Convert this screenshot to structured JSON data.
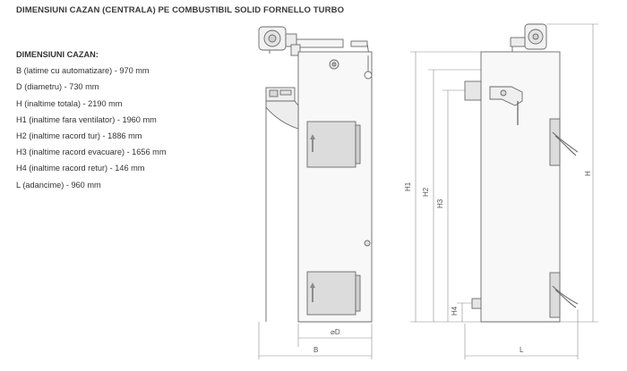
{
  "title": "DIMENSIUNI CAZAN (CENTRALA) PE COMBUSTIBIL SOLID FORNELLO TURBO",
  "specs": {
    "heading": "DIMENSIUNI CAZAN:",
    "lines": [
      "B (latime cu automatizare) - 970 mm",
      "D (diametru) - 730 mm",
      "H (inaltime totala) - 2190 mm",
      "H1 (inaltime fara ventilator) - 1960 mm",
      "H2 (inaltime racord tur) - 1886 mm",
      "H3 (inaltime racord evacuare) - 1656 mm",
      "H4 (inaltime racord retur) - 146 mm",
      "L (adancime) - 960 mm"
    ]
  },
  "drawing_labels": {
    "diameter": "⌀D",
    "width": "B",
    "h": "H",
    "h1": "H1",
    "h2": "H2",
    "h3": "H3",
    "h4": "H4",
    "depth": "L"
  }
}
